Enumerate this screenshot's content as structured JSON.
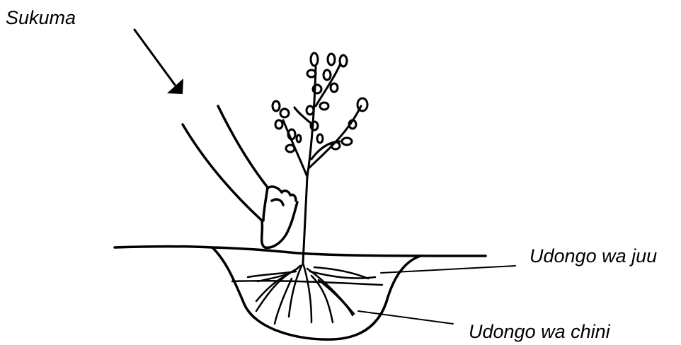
{
  "labels": {
    "push": "Sukuma",
    "topsoil": "Udongo wa juu",
    "subsoil": "Udongo wa chini"
  },
  "colors": {
    "ink": "#000000",
    "background": "#ffffff"
  }
}
